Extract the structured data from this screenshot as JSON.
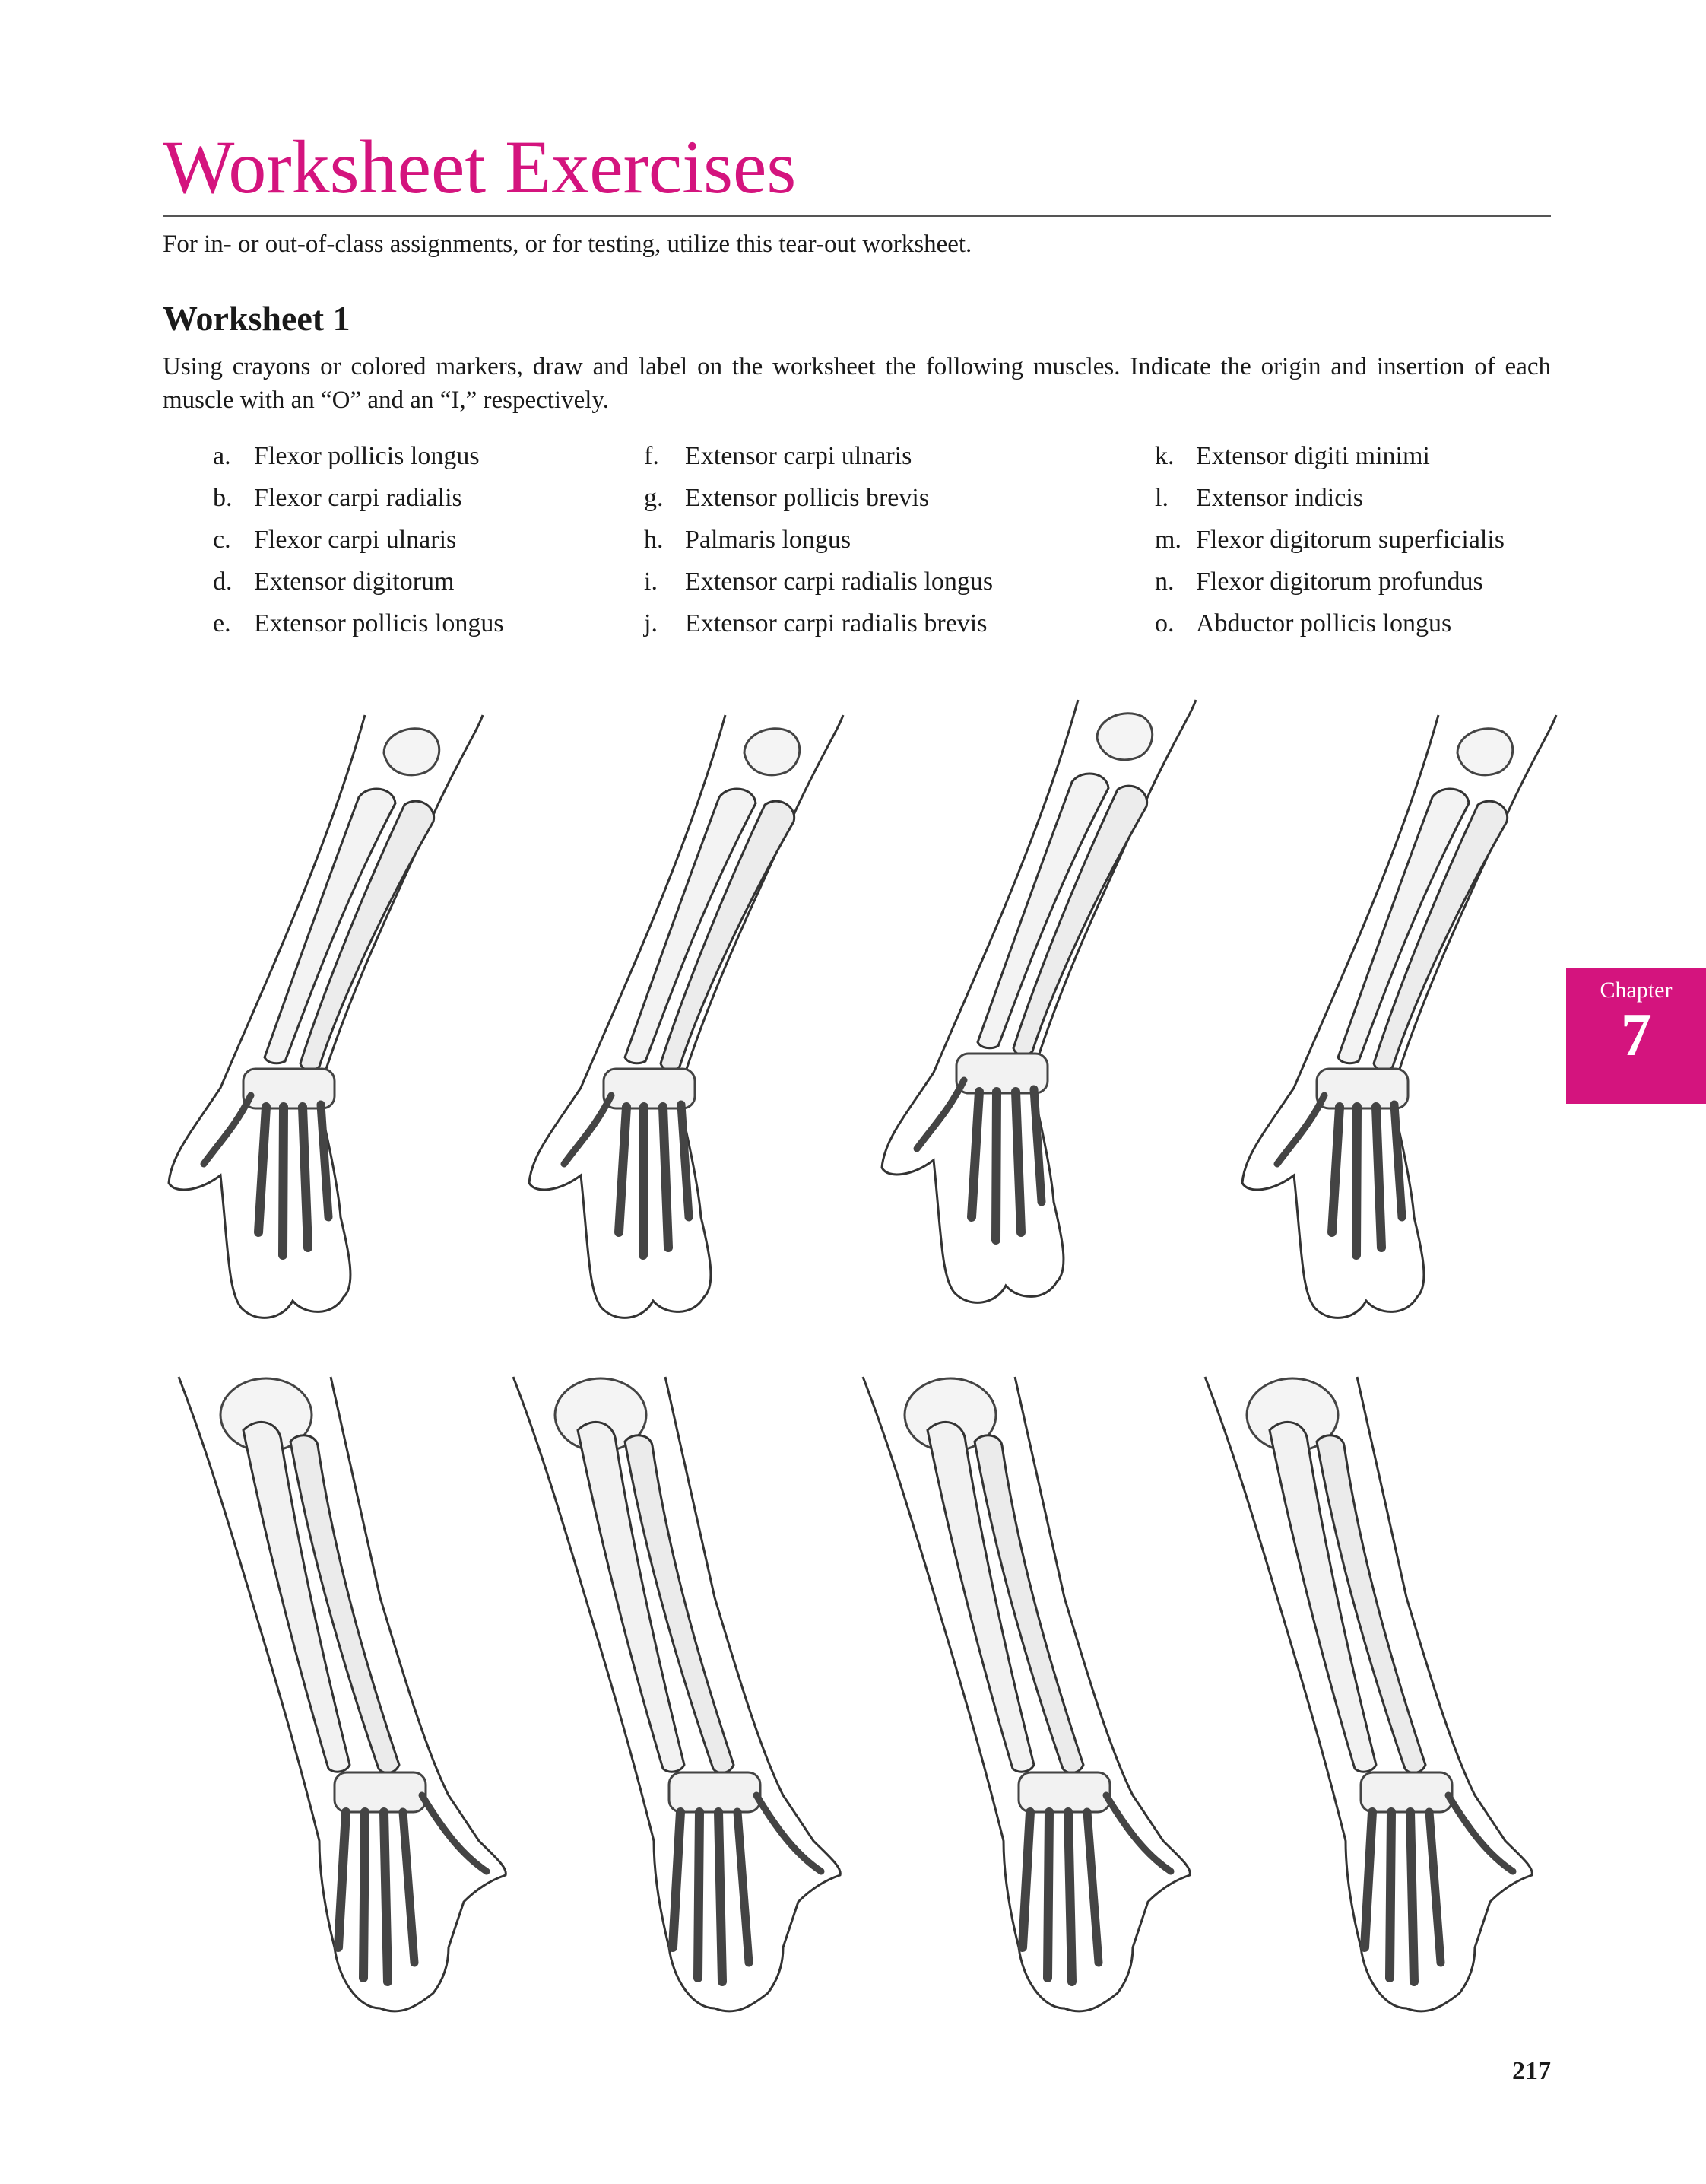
{
  "page": {
    "title": "Worksheet Exercises",
    "intro": "For in- or out-of-class assignments, or for testing, utilize this tear-out worksheet.",
    "page_number": "217"
  },
  "worksheet": {
    "heading": "Worksheet 1",
    "instructions": "Using crayons or colored markers, draw and label on the worksheet the following muscles. Indicate the origin and insertion of each muscle with an “O” and an “I,” respectively.",
    "columns": [
      [
        {
          "marker": "a.",
          "text": "Flexor pollicis longus"
        },
        {
          "marker": "b.",
          "text": "Flexor carpi radialis"
        },
        {
          "marker": "c.",
          "text": "Flexor carpi ulnaris"
        },
        {
          "marker": "d.",
          "text": "Extensor digitorum"
        },
        {
          "marker": "e.",
          "text": "Extensor pollicis longus"
        }
      ],
      [
        {
          "marker": "f.",
          "text": "Extensor carpi ulnaris"
        },
        {
          "marker": "g.",
          "text": "Extensor pollicis brevis"
        },
        {
          "marker": "h.",
          "text": "Palmaris longus"
        },
        {
          "marker": "i.",
          "text": "Extensor carpi radialis longus"
        },
        {
          "marker": "j.",
          "text": "Extensor carpi radialis brevis"
        }
      ],
      [
        {
          "marker": "k.",
          "text": "Extensor digiti minimi"
        },
        {
          "marker": "l.",
          "text": "Extensor indicis"
        },
        {
          "marker": "m.",
          "text": "Flexor digitorum superficialis"
        },
        {
          "marker": "n.",
          "text": "Flexor digitorum profundus"
        },
        {
          "marker": "o.",
          "text": "Abductor pollicis longus"
        }
      ]
    ]
  },
  "chapter_tab": {
    "label": "Chapter",
    "number": "7",
    "color": "#d4147e"
  }
}
